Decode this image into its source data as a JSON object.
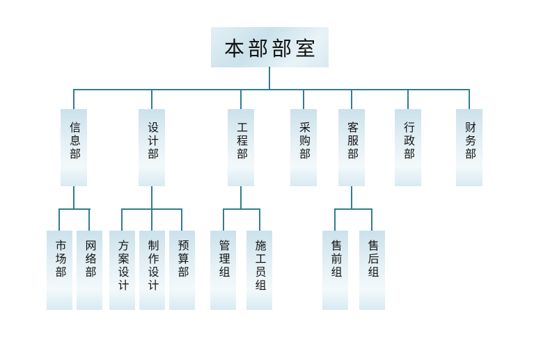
{
  "root": {
    "label": "本部部室"
  },
  "departments": [
    {
      "label": "信息部",
      "children": [
        {
          "label": "市场部"
        },
        {
          "label": "网络部"
        }
      ]
    },
    {
      "label": "设计部",
      "children": [
        {
          "label": "方案设计"
        },
        {
          "label": "制作设计"
        },
        {
          "label": "预算部"
        }
      ]
    },
    {
      "label": "工程部",
      "children": [
        {
          "label": "管理组"
        },
        {
          "label": "施工员组"
        }
      ]
    },
    {
      "label": "采购部",
      "children": []
    },
    {
      "label": "客服部",
      "children": [
        {
          "label": "售前组"
        },
        {
          "label": "售后组"
        }
      ]
    },
    {
      "label": "行政部",
      "children": []
    },
    {
      "label": "财务部",
      "children": []
    }
  ],
  "colors": {
    "line": "#2f7d8e",
    "box_top": "#cbe1eb",
    "box_mid": "#f3f9fb",
    "box_bottom": "#d8eaf1",
    "text": "#111111",
    "background": "#ffffff"
  }
}
